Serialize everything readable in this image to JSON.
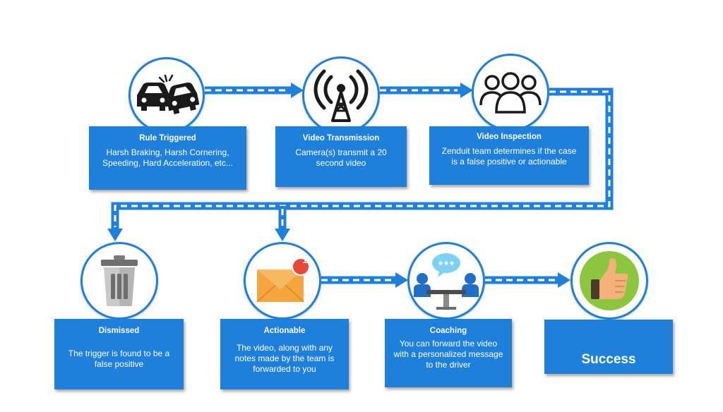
{
  "steps": [
    {
      "title": "Rule Triggered",
      "description": "Harsh Braking, Harsh Cornering, Speeding, Hard Acceleration, etc...",
      "icon": "car-crash-icon"
    },
    {
      "title": "Video Transmission",
      "description": "Camera(s) transmit a 20 second video",
      "icon": "broadcast-tower-icon"
    },
    {
      "title": "Video Inspection",
      "description": "Zenduit team determines if the case is a false positive or actionable",
      "icon": "team-icon"
    },
    {
      "title": "Dismissed",
      "description": "The trigger is found to be a false positive",
      "icon": "trash-can-icon"
    },
    {
      "title": "Actionable",
      "description": "The video, along with any notes made by the team is forwarded to you",
      "icon": "email-notification-icon",
      "badge": "1"
    },
    {
      "title": "Coaching",
      "description": "You can forward the video with a personalized message to the driver",
      "icon": "coaching-meeting-icon"
    },
    {
      "title": "Success",
      "icon": "thumbs-up-icon"
    }
  ],
  "colors": {
    "accent": "#1f80dc",
    "connector_dash": "#ffffff",
    "badge": "#e8473a",
    "envelope": "#f5a540",
    "thumb_bg": "#8cc63f"
  }
}
